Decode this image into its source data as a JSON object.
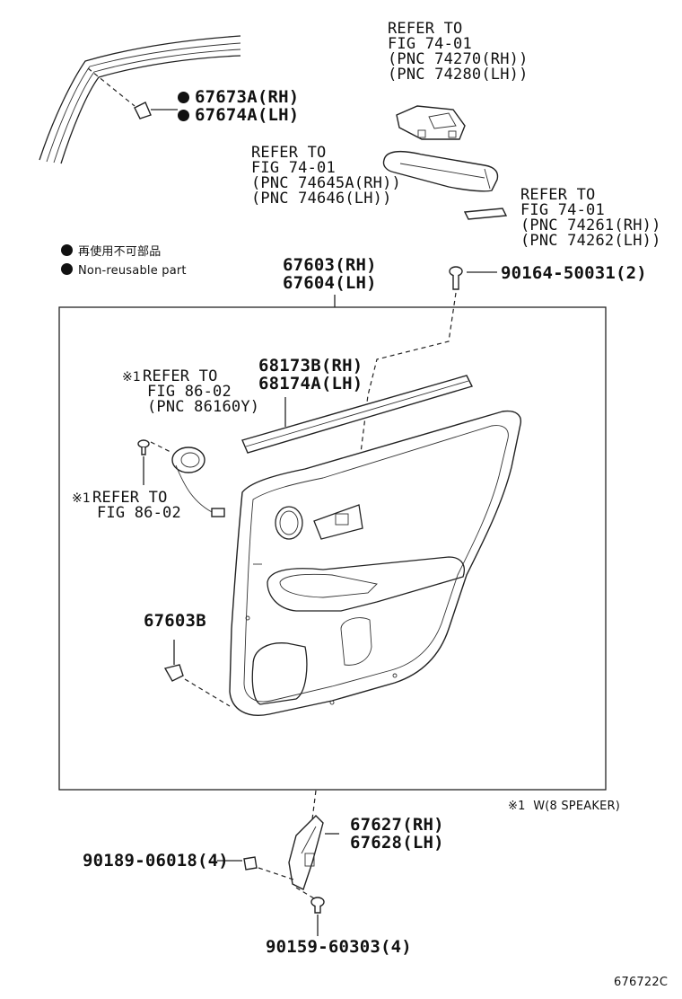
{
  "legend": {
    "jp": "再使用不可部品",
    "en": "Non-reusable part"
  },
  "labels": {
    "clip_rh": "67673A(RH)",
    "clip_lh": "67674A(LH)",
    "switch_ref": [
      "REFER TO",
      "FIG 74-01",
      "(PNC 74270(RH))",
      "(PNC 74280(LH))"
    ],
    "armrest_ref": [
      "REFER TO",
      "FIG 74-01",
      "(PNC 74645A(RH))",
      "(PNC 74646(LH))"
    ],
    "pad_ref": [
      "REFER TO",
      "FIG 74-01",
      "(PNC 74261(RH))",
      "(PNC 74262(LH))"
    ],
    "panel_rh": "67603(RH)",
    "panel_lh": "67604(LH)",
    "screw_top": "90164-50031(2)",
    "weatherstrip_rh": "68173B(RH)",
    "weatherstrip_lh": "68174A(LH)",
    "speaker_ref": [
      "REFER TO",
      "FIG 86-02",
      "(PNC 86160Y)"
    ],
    "speaker_mark": "※1",
    "wire_ref": [
      "REFER TO",
      "FIG 86-02"
    ],
    "wire_mark": "※1",
    "clip_b": "67603B",
    "note": "※1  W(8 SPEAKER)",
    "bracket_rh": "67627(RH)",
    "bracket_lh": "67628(LH)",
    "nut": "90189-06018(4)",
    "screw_bottom": "90159-60303(4)",
    "figure_id": "676722C"
  }
}
